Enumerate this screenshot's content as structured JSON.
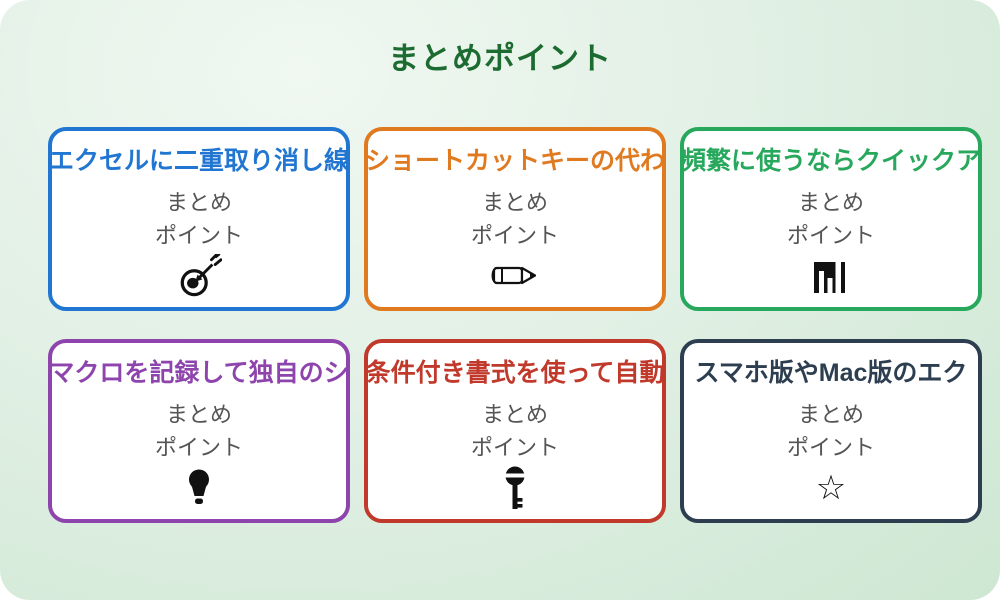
{
  "page": {
    "title": "まとめポイント",
    "title_color": "#1c6b30",
    "background_top": "#f0f8f1",
    "background_bottom": "#cde7d2",
    "body_text_color": "#555555"
  },
  "cards": [
    {
      "title": "エクセルに二重取り消し線",
      "accent": "#2176d2",
      "body": [
        "まとめ",
        "ポイント"
      ],
      "icon": "target-arrow-icon"
    },
    {
      "title": "ショートカットキーの代わ",
      "accent": "#e07a20",
      "body": [
        "まとめ",
        "ポイント"
      ],
      "icon": "pencil-icon"
    },
    {
      "title": "頻繁に使うならクイックア",
      "accent": "#27a85c",
      "body": [
        "まとめ",
        "ポイント"
      ],
      "icon": "bar-chart-icon"
    },
    {
      "title": "マクロを記録して独自のシ",
      "accent": "#8e44ad",
      "body": [
        "まとめ",
        "ポイント"
      ],
      "icon": "lightbulb-icon"
    },
    {
      "title": "条件付き書式を使って自動",
      "accent": "#c0392b",
      "body": [
        "まとめ",
        "ポイント"
      ],
      "icon": "key-icon"
    },
    {
      "title": "スマホ版やMac版のエク",
      "accent": "#2c3e50",
      "body": [
        "まとめ",
        "ポイント"
      ],
      "icon": "star-icon"
    }
  ]
}
